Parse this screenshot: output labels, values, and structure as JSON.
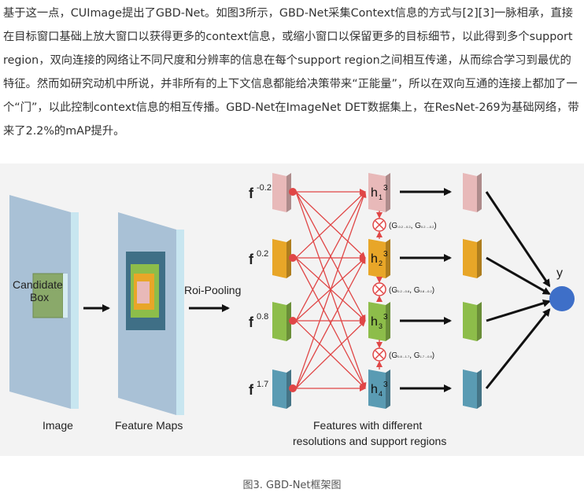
{
  "article": {
    "paragraph": "基于这一点，CUImage提出了GBD-Net。如图3所示，GBD-Net采集Context信息的方式与[2][3]一脉相承，直接在目标窗口基础上放大窗口以获得更多的context信息，或缩小窗口以保留更多的目标细节，以此得到多个support region，双向连接的网络让不同尺度和分辨率的信息在每个support region之间相互传递，从而综合学习到最优的特征。然而如研究动机中所说，并非所有的上下文信息都能给决策带来“正能量”，所以在双向互通的连接上都加了一个“门”，以此控制context信息的相互传播。GBD-Net在ImageNet DET数据集上，在ResNet-269为基础网络，带来了2.2%的mAP提升。"
  },
  "figure": {
    "candidate_box_label_line1": "Candidate",
    "candidate_box_label_line2": "Box",
    "image_label": "Image",
    "feature_maps_label": "Feature Maps",
    "roi_pooling_label": "Roi-Pooling",
    "features_caption_line1": "Features with different",
    "features_caption_line2": "resolutions and support regions",
    "output_label": "y",
    "rows": [
      {
        "f_base": "f",
        "f_sup": "-0.2",
        "h_base": "h",
        "h_sub": "1",
        "h_sup": "3",
        "color": "#e8b9b9"
      },
      {
        "f_base": "f",
        "f_sup": "0.2",
        "h_base": "h",
        "h_sub": "2",
        "h_sup": "3",
        "color": "#e8a628"
      },
      {
        "f_base": "f",
        "f_sup": "0.8",
        "h_base": "h",
        "h_sub": "3",
        "h_sup": "3",
        "color": "#8dbd4a"
      },
      {
        "f_base": "f",
        "f_sup": "1.7",
        "h_base": "h",
        "h_sub": "4",
        "h_sup": "3",
        "color": "#5a9bb3"
      }
    ],
    "gates": [
      {
        "label": "(G",
        "sub1": "-0.2→0.2",
        "mid": ", G",
        "sub2": "0.2→-0.2",
        "end": ")"
      },
      {
        "label": "(G",
        "sub1": "0.2→0.8",
        "mid": ", G",
        "sub2": "0.8→0.2",
        "end": ")"
      },
      {
        "label": "(G",
        "sub1": "0.8→1.7",
        "mid": ", G",
        "sub2": "1.7→0.8",
        "end": ")"
      }
    ],
    "colors": {
      "red_arrow": "#e04646",
      "output_node": "#3e6fc8",
      "panel": "#a9c1d6",
      "panel_edge": "#c8e6f0"
    }
  },
  "caption": "图3. GBD-Net框架图"
}
